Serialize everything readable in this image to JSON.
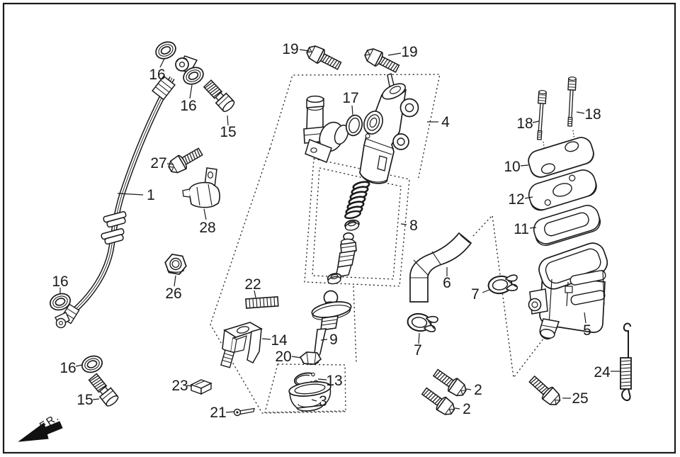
{
  "d": {
    "fr": "FR.",
    "ink": "#1a1a1a",
    "background": "#ffffff",
    "callouts": [
      {
        "id": "washer-16-top",
        "label": "16"
      },
      {
        "id": "washer-16-upper",
        "label": "16"
      },
      {
        "id": "oil-bolt-15-upper",
        "label": "15"
      },
      {
        "id": "flange-bolt-19-left",
        "label": "19"
      },
      {
        "id": "flange-bolt-19-right",
        "label": "19"
      },
      {
        "id": "oring-17",
        "label": "17"
      },
      {
        "id": "master-cylinder-4",
        "label": "4"
      },
      {
        "id": "bolt-27",
        "label": "27"
      },
      {
        "id": "clamp-28",
        "label": "28"
      },
      {
        "id": "brake-hose-1",
        "label": "1"
      },
      {
        "id": "nut-26",
        "label": "26"
      },
      {
        "id": "piston-set-8",
        "label": "8"
      },
      {
        "id": "washer-16-lower-a",
        "label": "16"
      },
      {
        "id": "washer-16-lower-b",
        "label": "16"
      },
      {
        "id": "oil-bolt-15-lower",
        "label": "15"
      },
      {
        "id": "adjuster-rod-22",
        "label": "22"
      },
      {
        "id": "joint-clevis-14",
        "label": "14"
      },
      {
        "id": "push-rod-9",
        "label": "9"
      },
      {
        "id": "nut-20",
        "label": "20"
      },
      {
        "id": "circlip-13",
        "label": "13"
      },
      {
        "id": "boot-3",
        "label": "3"
      },
      {
        "id": "clip-23",
        "label": "23"
      },
      {
        "id": "pin-21",
        "label": "21"
      },
      {
        "id": "hose-joint-6",
        "label": "6"
      },
      {
        "id": "clip-7-right",
        "label": "7"
      },
      {
        "id": "clip-7-left",
        "label": "7"
      },
      {
        "id": "screw-18-left",
        "label": "18"
      },
      {
        "id": "screw-18-right",
        "label": "18"
      },
      {
        "id": "reservoir-cap-10",
        "label": "10"
      },
      {
        "id": "cap-plate-12",
        "label": "12"
      },
      {
        "id": "diaphragm-11",
        "label": "11"
      },
      {
        "id": "reservoir-5",
        "label": "5"
      },
      {
        "id": "spring-24",
        "label": "24"
      },
      {
        "id": "bolt-25",
        "label": "25"
      },
      {
        "id": "bolt-2-upper",
        "label": "2"
      },
      {
        "id": "bolt-2-lower",
        "label": "2"
      }
    ]
  }
}
